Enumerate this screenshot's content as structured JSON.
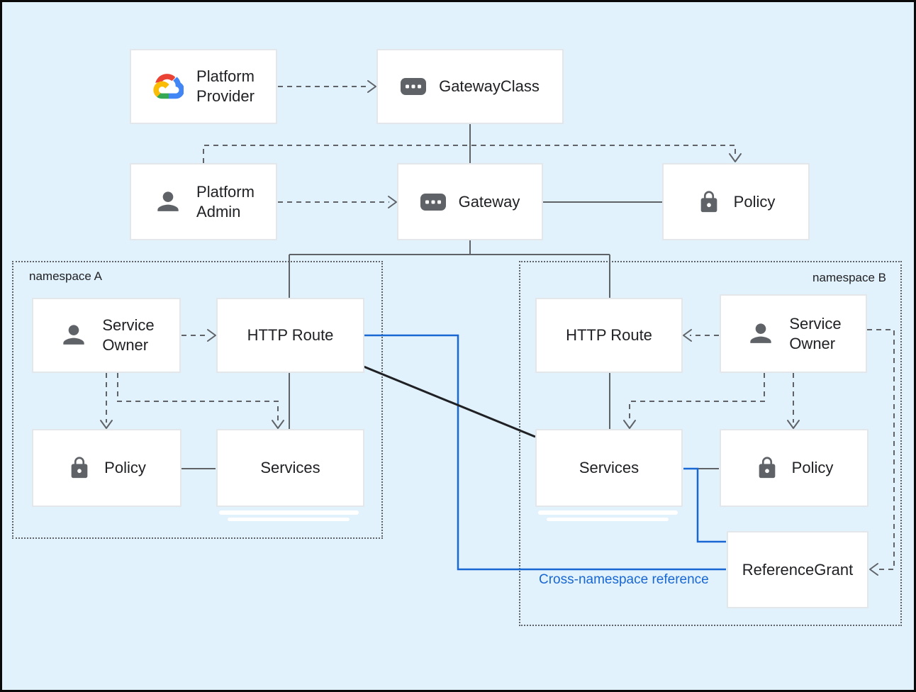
{
  "diagram": {
    "background_color": "#e1f2fc",
    "colors": {
      "line_gray": "#5f6368",
      "reference_blue": "#1967d2",
      "relation_black": "#202124",
      "box_fill": "#ffffff",
      "box_border": "#e4e7ea",
      "text": "#202124"
    },
    "nodes": {
      "platform_provider": {
        "label": "Platform Provider",
        "icon": "google-cloud-icon"
      },
      "gateway_class": {
        "label": "GatewayClass",
        "icon": "resource-chip-icon"
      },
      "platform_admin": {
        "label": "Platform Admin",
        "icon": "person-icon"
      },
      "gateway": {
        "label": "Gateway",
        "icon": "resource-chip-icon"
      },
      "policy_top": {
        "label": "Policy",
        "icon": "lock-icon"
      },
      "service_owner_a": {
        "label": "Service Owner",
        "icon": "person-icon"
      },
      "http_route_a": {
        "label": "HTTP Route"
      },
      "policy_a": {
        "label": "Policy",
        "icon": "lock-icon"
      },
      "services_a": {
        "label": "Services"
      },
      "http_route_b": {
        "label": "HTTP Route"
      },
      "service_owner_b": {
        "label": "Service Owner",
        "icon": "person-icon"
      },
      "services_b": {
        "label": "Services"
      },
      "policy_b": {
        "label": "Policy",
        "icon": "lock-icon"
      },
      "reference_grant": {
        "label": "ReferenceGrant"
      }
    },
    "namespaces": {
      "a": {
        "label": "namespace A"
      },
      "b": {
        "label": "namespace B"
      }
    },
    "annotations": {
      "cross_namespace_reference": "Cross-namespace reference"
    }
  }
}
